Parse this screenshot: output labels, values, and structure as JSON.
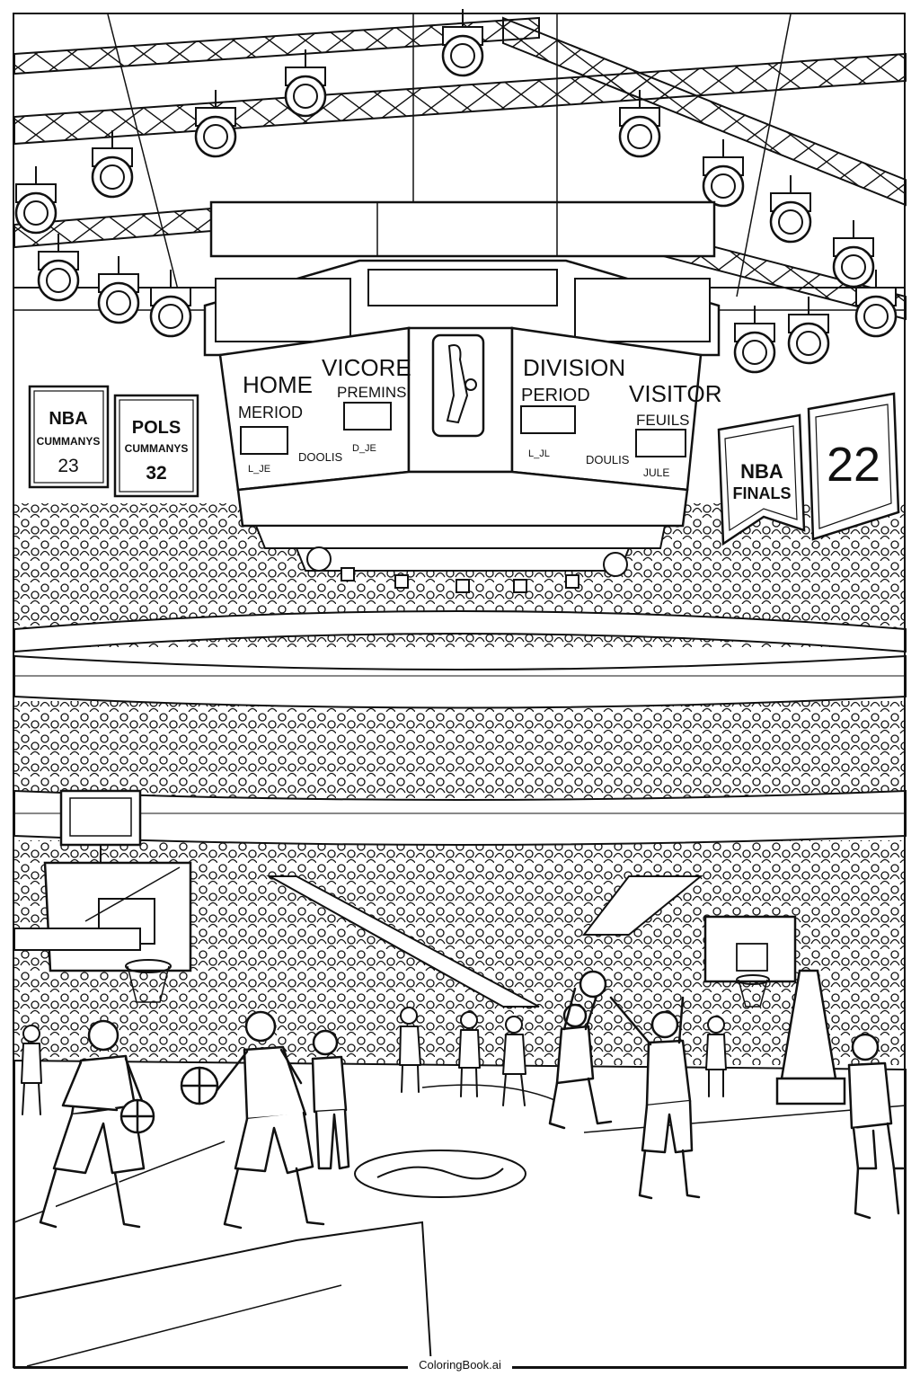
{
  "scoreboard": {
    "left_panel": {
      "top_left": "HOME",
      "top_right": "VICORE",
      "mid_left": "MERIOD",
      "mid_right": "PREMINS",
      "btn_a": "L_JE",
      "btn_b": "DOOLIS",
      "btn_c": "D_JE"
    },
    "right_panel": {
      "top_left": "DIVISION",
      "top_right": "VISITOR",
      "mid_left": "PERIOD",
      "mid_right": "FEUILS",
      "btn_a": "L_JL",
      "btn_b": "DOULIS",
      "btn_c": "JULE"
    }
  },
  "banners": {
    "left_1": {
      "line1": "NBA",
      "line2": "CUMMANYS",
      "line3": "23"
    },
    "left_2": {
      "line1": "POLS",
      "line2": "CUMMANYS",
      "line3": "32"
    },
    "right_1": {
      "line1": "NBA",
      "line2": "FINALS"
    },
    "right_2": {
      "line1": "22"
    }
  },
  "footer": {
    "watermark": "ColoringBook.ai"
  }
}
